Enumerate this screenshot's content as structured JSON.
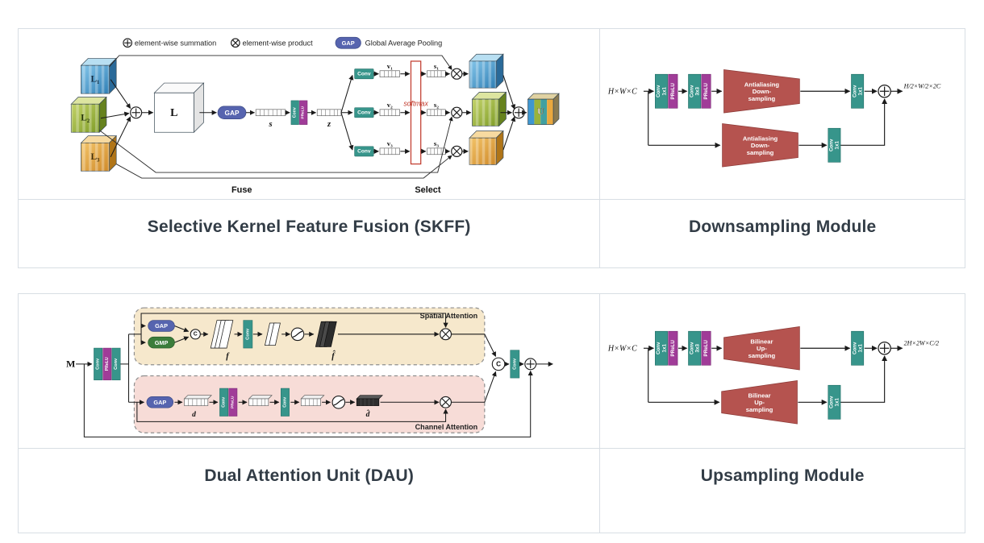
{
  "captions": {
    "skff": "Selective Kernel Feature Fusion (SKFF)",
    "down": "Downsampling Module",
    "dau": "Dual Attention Unit (DAU)",
    "up": "Upsampling Module"
  },
  "legend": {
    "sum": "element-wise summation",
    "product": "element-wise product",
    "gap": "GAP",
    "gap_full": "Global Average Pooling"
  },
  "skff": {
    "l1": "L₁",
    "l2": "L₂",
    "l3": "L₃",
    "big_l": "L",
    "u": "U",
    "gap": "GAP",
    "s": "s",
    "z": "z",
    "conv": "Conv",
    "prelu": "PReLU",
    "v1": "v₁",
    "v2": "v₂",
    "v3": "v₃",
    "s1": "s₁",
    "s2": "s₂",
    "s3": "s₃",
    "softmax": "softmax",
    "fuse": "Fuse",
    "select": "Select"
  },
  "down": {
    "input": "H×W×C",
    "output": "H/2×W/2×2C",
    "conv": "Conv",
    "k1": "1x1",
    "k3": "3x3",
    "prelu": "PReLU",
    "aa1": "Antialiasing",
    "aa2": "Down-",
    "aa3": "sampling"
  },
  "dau": {
    "input": "M",
    "gap": "GAP",
    "gmp": "GMP",
    "concat": "C",
    "conv": "Conv",
    "prelu": "PReLU",
    "f": "f",
    "f_hat": "f̂",
    "d": "d",
    "d_hat": "d̂",
    "spatial": "Spatial Attention",
    "channel": "Channel Attention"
  },
  "up": {
    "input": "H×W×C",
    "output": "2H×2W×C/2",
    "conv": "Conv",
    "k1": "1x1",
    "k3": "3x3",
    "prelu": "PReLU",
    "bi1": "Bilinear",
    "bi2": "Up-",
    "bi3": "sampling"
  },
  "colors": {
    "teal": "#37958b",
    "magenta": "#a03c98",
    "maroon": "#b5534f",
    "indigo": "#5664af",
    "green": "#3b7d3b",
    "softmax_red": "#c0392b",
    "spatial_bg": "#f6e8cc",
    "channel_bg": "#f7dcd7",
    "border": "#d8dee4",
    "caption_text": "#323c46"
  }
}
